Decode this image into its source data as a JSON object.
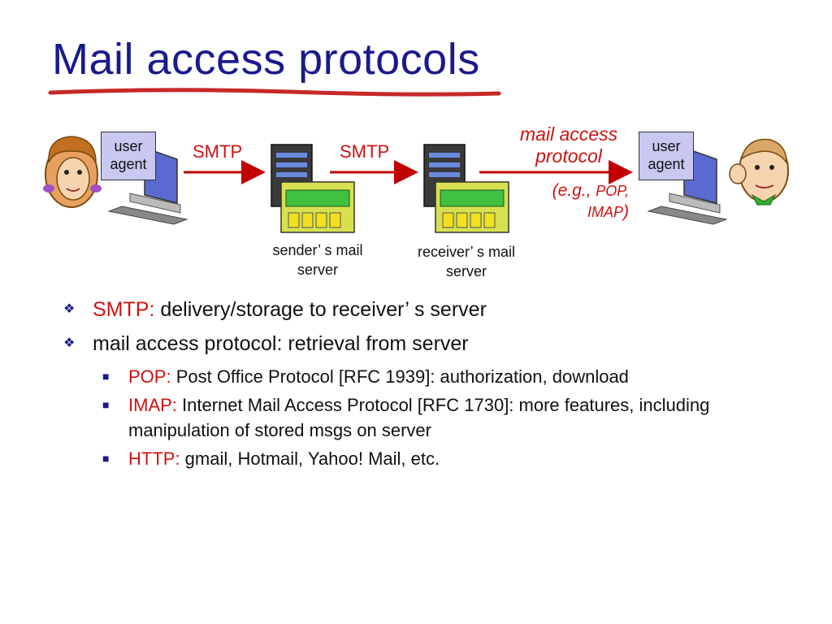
{
  "slide": {
    "title": "Mail access protocols"
  },
  "diagram": {
    "left_user_agent": "user\nagent",
    "right_user_agent": "user\nagent",
    "smtp_1": "SMTP",
    "smtp_2": "SMTP",
    "mail_access_protocol": "mail access\nprotocol",
    "eg_open": "(e.g., ",
    "eg_pop": "POP,",
    "eg_imap": "IMAP",
    "eg_close": ")",
    "sender_server": "sender’ s mail\nserver",
    "receiver_server": "receiver’ s mail\nserver",
    "colors": {
      "arrow": "#c00000",
      "title": "#1a1a8c",
      "accent": "#d01010"
    }
  },
  "bullets": [
    {
      "label": "SMTP:",
      "text": " delivery/storage to receiver’ s server"
    },
    {
      "label": "",
      "text": "mail access protocol: retrieval from server",
      "sub": [
        {
          "label": "POP:",
          "text": " Post Office Protocol [RFC 1939]: authorization, download"
        },
        {
          "label": "IMAP:",
          "text": " Internet Mail Access Protocol [RFC 1730]: more features, including manipulation of stored msgs on server"
        },
        {
          "label": "HTTP:",
          "text": " gmail, Hotmail, Yahoo! Mail, etc."
        }
      ]
    }
  ],
  "icons": {
    "bullet_level1": "diamond-cluster-icon",
    "bullet_level2": "square-bullet-icon",
    "left_person": "woman-face-icon",
    "right_person": "man-face-icon",
    "computer": "desktop-computer-icon",
    "server": "mail-server-icon"
  }
}
